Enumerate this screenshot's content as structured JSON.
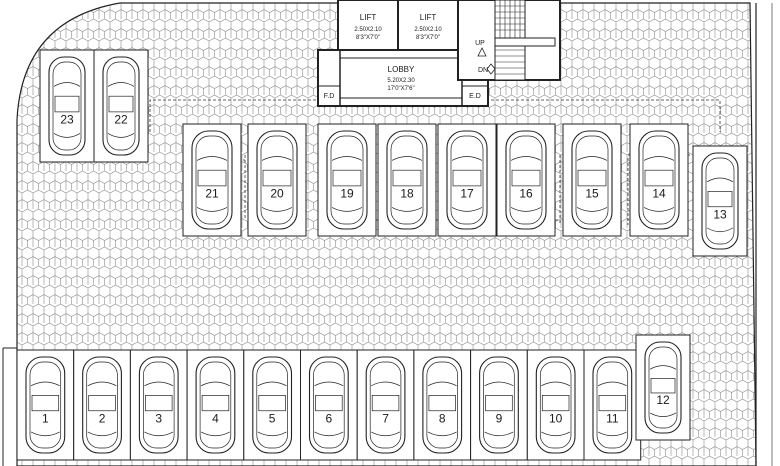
{
  "lift_left": {
    "title": "LIFT",
    "dim_m": "2.50X2.10",
    "dim_ft": "8'3\"X7'0\""
  },
  "lift_right": {
    "title": "LIFT",
    "dim_m": "2.50X2.10",
    "dim_ft": "8'3\"X7'0\""
  },
  "lobby": {
    "title": "LOBBY",
    "dim_m": "5.20X2.30",
    "dim_ft": "17'0\"X7'6\""
  },
  "fd_label": "F.D",
  "ed_label": "E.D",
  "stair": {
    "up": "UP",
    "down": "DN"
  },
  "bottom_row": [
    "1",
    "2",
    "3",
    "4",
    "5",
    "6",
    "7",
    "8",
    "9",
    "10",
    "11",
    "12"
  ],
  "middle_row": [
    "21",
    "20",
    "19",
    "18",
    "17",
    "16",
    "15",
    "14",
    "13"
  ],
  "top_left": [
    "23",
    "22"
  ],
  "colors": {
    "line": "#222222",
    "paving": "#8c8c8c",
    "background": "#ffffff"
  }
}
